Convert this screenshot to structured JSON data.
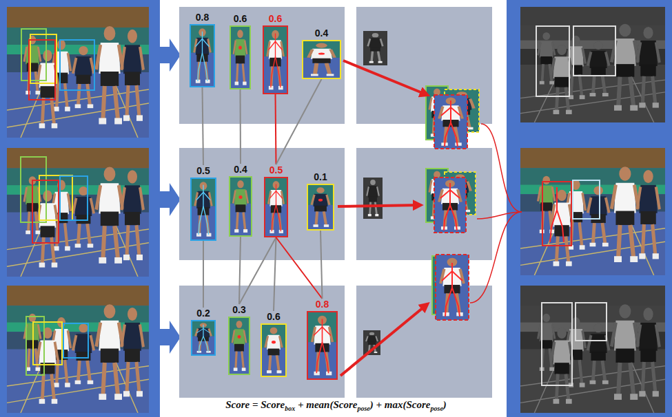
{
  "diagram": {
    "nodes": [
      {
        "text": [
          "0.8"
        ]
      },
      {
        "text": [
          "0.6"
        ]
      },
      {
        "text": [
          "0.6"
        ]
      },
      {
        "text": [
          "0.4"
        ]
      },
      {
        "text": [
          "0.5"
        ]
      },
      {
        "text": [
          "0.4"
        ]
      },
      {
        "text": [
          "0.5"
        ]
      },
      {
        "text": [
          "0.1"
        ]
      },
      {
        "text": [
          "0.2"
        ]
      },
      {
        "text": [
          "0.3"
        ]
      },
      {
        "text": [
          "0.6"
        ]
      },
      {
        "text": [
          "0.8"
        ]
      }
    ],
    "edges": [
      {
        "from": 0,
        "to": 4,
        "arrow": "none"
      },
      {
        "from": 4,
        "to": 8,
        "arrow": "none"
      },
      {
        "from": 1,
        "to": 5,
        "arrow": "none"
      },
      {
        "from": 5,
        "to": 9,
        "arrow": "none"
      },
      {
        "from": 2,
        "to": 6,
        "arrow": "none"
      },
      {
        "from": 3,
        "to": 6,
        "arrow": "none"
      },
      {
        "from": 6,
        "to": 9,
        "arrow": "none"
      },
      {
        "from": 6,
        "to": 10,
        "arrow": "none"
      },
      {
        "from": 6,
        "to": 11,
        "arrow": "none"
      },
      {
        "from": 7,
        "to": 11,
        "arrow": "none"
      }
    ],
    "labels": [
      "Score = Score",
      "box",
      " + mean(Score",
      "pose",
      ") + max(Score",
      "pose",
      ")"
    ]
  }
}
